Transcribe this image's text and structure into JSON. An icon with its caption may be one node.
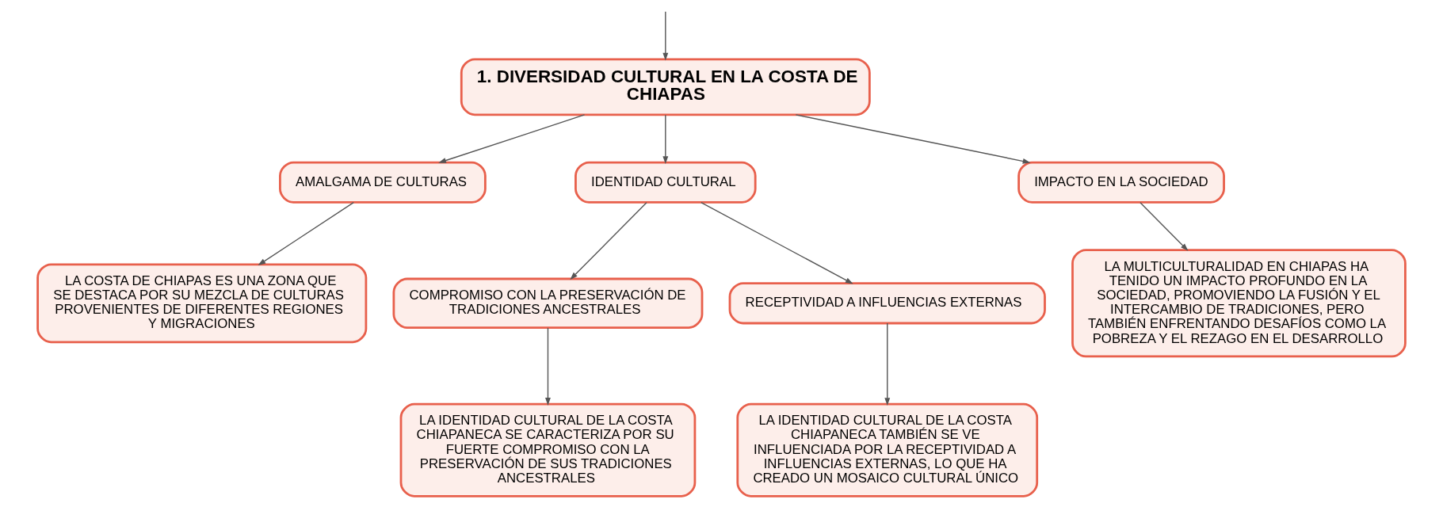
{
  "diagram": {
    "nodes": [
      {
        "text": [
          "1. DIVERSIDAD CULTURAL EN LA COSTA DE CHIAPAS"
        ]
      },
      {
        "text": [
          "AMALGAMA DE CULTURAS"
        ]
      },
      {
        "text": [
          "IDENTIDAD CULTURAL"
        ]
      },
      {
        "text": [
          "IMPACTO EN LA SOCIEDAD"
        ]
      },
      {
        "text": [
          "LA COSTA DE CHIAPAS ES UNA ZONA QUE SE DESTACA POR SU MEZCLA DE CULTURAS PROVENIENTES DE DIFERENTES REGIONES Y MIGRACIONES"
        ]
      },
      {
        "text": [
          "COMPROMISO CON LA PRESERVACIÓN DE TRADICIONES ANCESTRALES"
        ]
      },
      {
        "text": [
          "RECEPTIVIDAD A INFLUENCIAS EXTERNAS"
        ]
      },
      {
        "text": [
          "LA MULTICULTURALIDAD EN CHIAPAS HA TENIDO UN IMPACTO PROFUNDO EN LA SOCIEDAD, PROMOVIENDO LA FUSIÓN Y EL INTERCAMBIO DE TRADICIONES, PERO TAMBIÉN ENFRENTANDO DESAFÍOS COMO LA POBREZA Y EL REZAGO EN EL DESARROLLO"
        ]
      },
      {
        "text": [
          "LA IDENTIDAD CULTURAL DE LA COSTA CHIAPANECA SE CARACTERIZA POR SU FUERTE COMPROMISO CON LA PRESERVACIÓN DE SUS TRADICIONES ANCESTRALES"
        ]
      },
      {
        "text": [
          "LA IDENTIDAD CULTURAL DE LA COSTA CHIAPANECA TAMBIÉN SE VE INFLUENCIADA POR LA RECEPTIVIDAD A INFLUENCIAS EXTERNAS, LO QUE HA CREADO UN MOSAICO CULTURAL ÚNICO"
        ]
      }
    ],
    "edges": [
      {
        "from": null,
        "to": 0,
        "arrow": "to"
      },
      {
        "from": 0,
        "to": 1,
        "arrow": "to"
      },
      {
        "from": 0,
        "to": 2,
        "arrow": "to"
      },
      {
        "from": 0,
        "to": 3,
        "arrow": "to"
      },
      {
        "from": 1,
        "to": 4,
        "arrow": "to"
      },
      {
        "from": 2,
        "to": 5,
        "arrow": "to"
      },
      {
        "from": 2,
        "to": 6,
        "arrow": "to"
      },
      {
        "from": 3,
        "to": 7,
        "arrow": "to"
      },
      {
        "from": 5,
        "to": 8,
        "arrow": "to"
      },
      {
        "from": 6,
        "to": 9,
        "arrow": "to"
      }
    ]
  }
}
